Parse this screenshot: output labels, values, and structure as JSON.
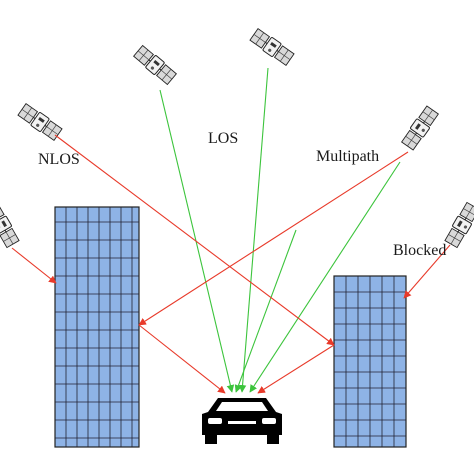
{
  "labels": {
    "nlos": "NLOS",
    "los": "LOS",
    "multipath": "Multipath",
    "blocked": "Blocked"
  },
  "colors": {
    "los_ray": "#3cc43c",
    "nlos_ray": "#e83a2a",
    "building": "#8eb3e6",
    "car": "#000000"
  },
  "icons": [
    "satellite-icon",
    "building-left",
    "building-right",
    "car-icon"
  ]
}
